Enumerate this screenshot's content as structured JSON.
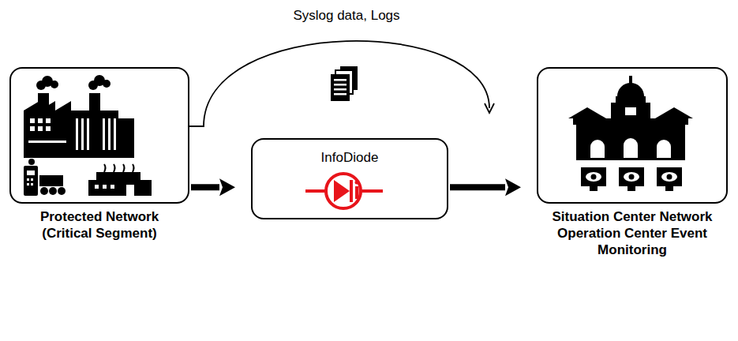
{
  "diagram": {
    "nodes": [
      {
        "text": [
          "Protected Network (Critical Segment)"
        ]
      },
      {
        "text": [
          "InfoDiode"
        ]
      },
      {
        "text": [
          "Situation Center Network Operation Center Event Monitoring"
        ]
      }
    ],
    "edges": [
      {
        "from": 0,
        "to": 1,
        "arrow": "to"
      },
      {
        "from": 1,
        "to": 2,
        "arrow": "to"
      },
      {
        "from": 0,
        "to": 2,
        "label": "Syslog data, Logs",
        "arrow": "to"
      }
    ]
  }
}
